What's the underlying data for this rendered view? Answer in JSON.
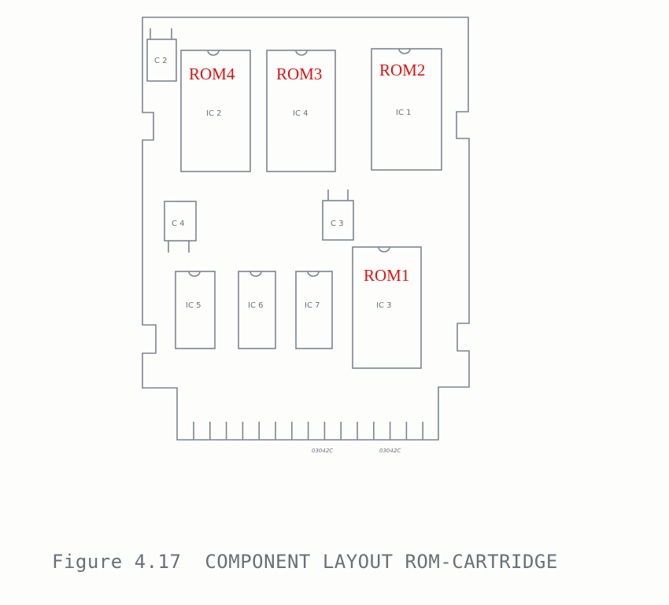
{
  "caption": "Figure 4.17  COMPONENT LAYOUT ROM-CARTRIDGE",
  "components": {
    "c2": "C 2",
    "c3": "C 3",
    "c4": "C 4",
    "ic1": "IC 1",
    "ic2": "IC 2",
    "ic3": "IC 3",
    "ic4": "IC 4",
    "ic5": "IC 5",
    "ic6": "IC 6",
    "ic7": "IC 7"
  },
  "rom_labels": {
    "ic2": "ROM4",
    "ic4": "ROM3",
    "ic1": "ROM2",
    "ic3": "ROM1"
  },
  "connector_codes": [
    "03042C",
    "03042C"
  ],
  "colors": {
    "line": "#7d8590",
    "rom_label": "#e01010"
  }
}
